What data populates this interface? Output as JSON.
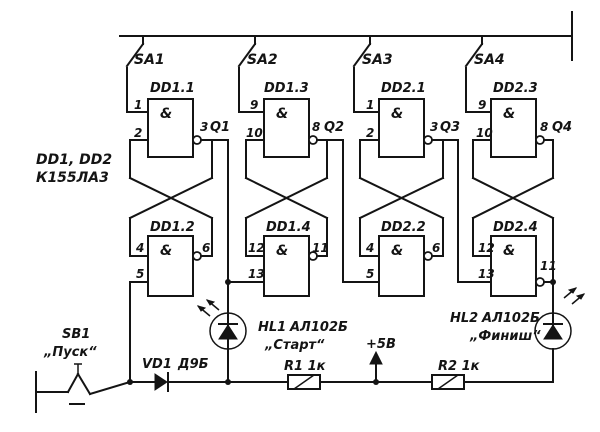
{
  "gates": {
    "dd1_1": {
      "name": "DD1.1",
      "sym": "&",
      "in_a": "1",
      "in_b": "2",
      "out": "3"
    },
    "dd1_2": {
      "name": "DD1.2",
      "sym": "&",
      "in_a": "4",
      "in_b": "5",
      "out": "6"
    },
    "dd1_3": {
      "name": "DD1.3",
      "sym": "&",
      "in_a": "9",
      "in_b": "10",
      "out": "8"
    },
    "dd1_4": {
      "name": "DD1.4",
      "sym": "&",
      "in_a": "12",
      "in_b": "13",
      "out": "11"
    },
    "dd2_1": {
      "name": "DD2.1",
      "sym": "&",
      "in_a": "1",
      "in_b": "2",
      "out": "3"
    },
    "dd2_2": {
      "name": "DD2.2",
      "sym": "&",
      "in_a": "4",
      "in_b": "5",
      "out": "6"
    },
    "dd2_3": {
      "name": "DD2.3",
      "sym": "&",
      "in_a": "9",
      "in_b": "10",
      "out": "8"
    },
    "dd2_4": {
      "name": "DD2.4",
      "sym": "&",
      "in_a": "12",
      "in_b": "13",
      "out": "11"
    }
  },
  "outputs": {
    "q1": "Q1",
    "q2": "Q2",
    "q3": "Q3",
    "q4": "Q4"
  },
  "switches": {
    "sa1": "SA1",
    "sa2": "SA2",
    "sa3": "SA3",
    "sa4": "SA4"
  },
  "chip_note": {
    "line1": "DD1, DD2",
    "line2": "К155ЛА3"
  },
  "button": {
    "ref": "SB1",
    "label": "„Пуск“"
  },
  "diode": {
    "ref": "VD1",
    "part": "Д9Б"
  },
  "led1": {
    "ref": "HL1",
    "part": "АЛ102Б",
    "label": "„Старт“"
  },
  "led2": {
    "ref": "HL2",
    "part": "АЛ102Б",
    "label": "„Финиш“"
  },
  "resistors": {
    "r1": "R1  1к",
    "r2": "R2  1к"
  },
  "supply": {
    "label": "+5В"
  }
}
